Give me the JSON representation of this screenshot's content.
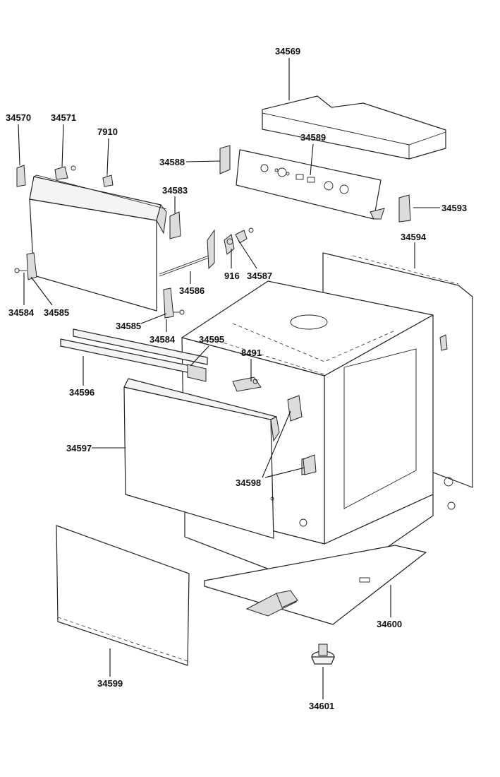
{
  "part_labels": {
    "p34569": "34569",
    "p34570": "34570",
    "p34571": "34571",
    "p7910": "7910",
    "p34589": "34589",
    "p34588": "34588",
    "p34583": "34583",
    "p34593": "34593",
    "p34594": "34594",
    "p916": "916",
    "p34587": "34587",
    "p34586": "34586",
    "p34584a": "34584",
    "p34585a": "34585",
    "p34585b": "34585",
    "p34584b": "34584",
    "p34595": "34595",
    "p8491": "8491",
    "p34596": "34596",
    "p34597": "34597",
    "p34598": "34598",
    "p34599": "34599",
    "p34600": "34600",
    "p34601": "34601"
  }
}
